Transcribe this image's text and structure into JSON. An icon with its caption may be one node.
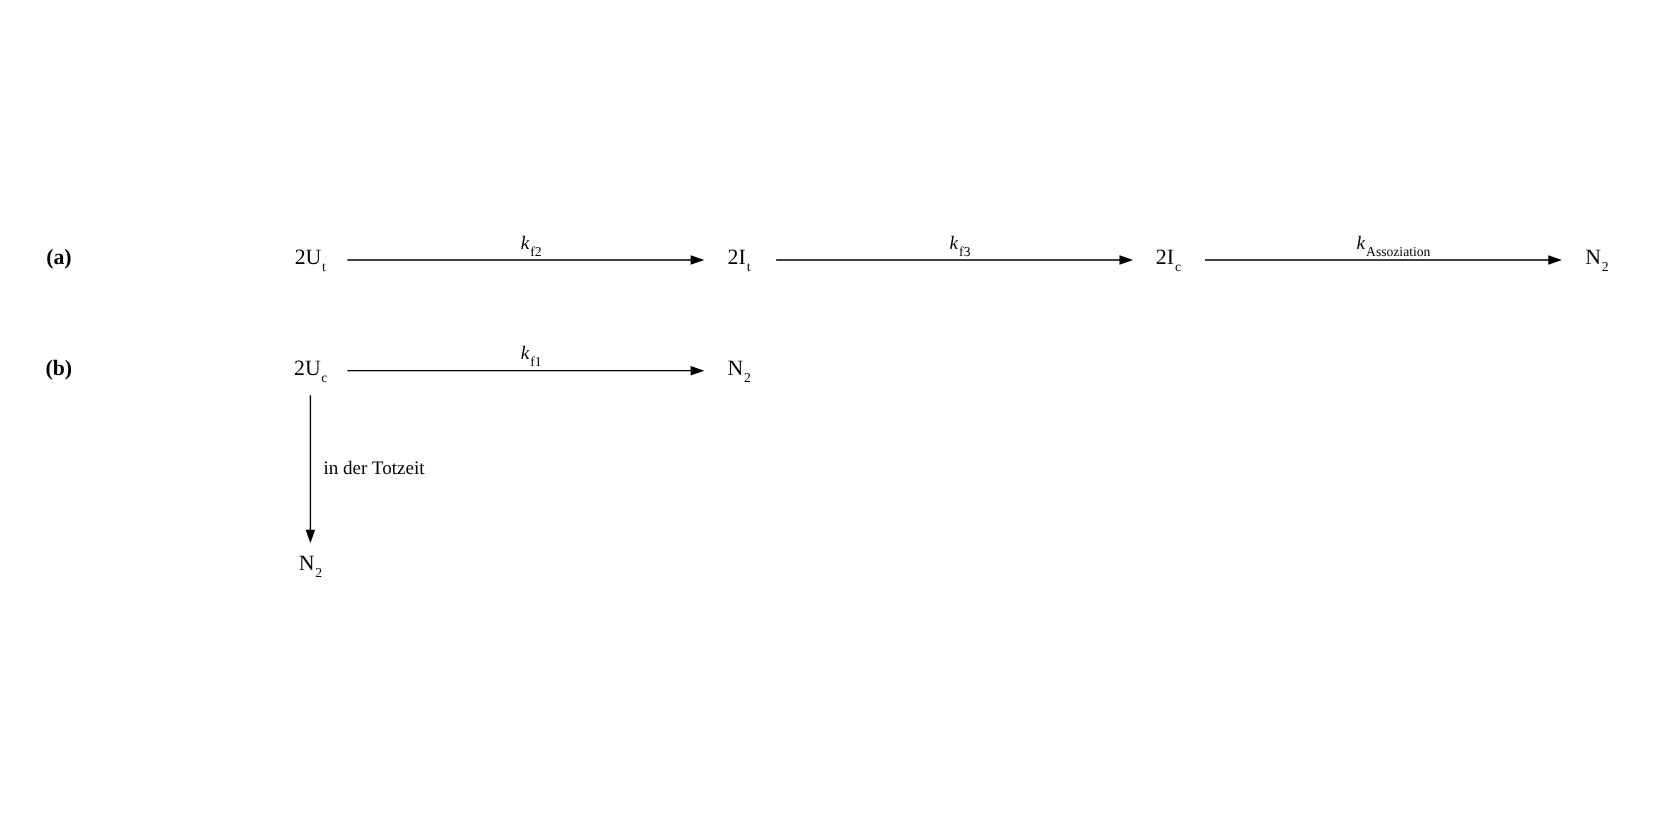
{
  "diagram": {
    "nodes": [
      {
        "text": [
          "2U$_{t}$"
        ]
      },
      {
        "text": [
          "2I$_{t}$"
        ]
      },
      {
        "text": [
          "2I$_{c}$"
        ]
      },
      {
        "text": [
          "N$_{2}$"
        ]
      },
      {
        "text": [
          "2U$_{c}$"
        ]
      },
      {
        "text": [
          "N$_{2}$"
        ]
      },
      {
        "text": [
          "N$_{2}$"
        ]
      }
    ],
    "edges": [
      {
        "from": 0,
        "to": 1,
        "arrow": "to",
        "label": "*k*$_{f2}$"
      },
      {
        "from": 1,
        "to": 2,
        "arrow": "to",
        "label": "*k*$_{f3}$"
      },
      {
        "from": 2,
        "to": 3,
        "arrow": "to",
        "label": "*k*$_{Assoziation}$"
      },
      {
        "from": 4,
        "to": 5,
        "arrow": "to",
        "label": "*k*$_{f1}$"
      },
      {
        "from": 4,
        "to": 6,
        "arrow": "to",
        "label": "in der Totzeit"
      }
    ],
    "labels": [
      "(a)",
      "(b)"
    ]
  }
}
